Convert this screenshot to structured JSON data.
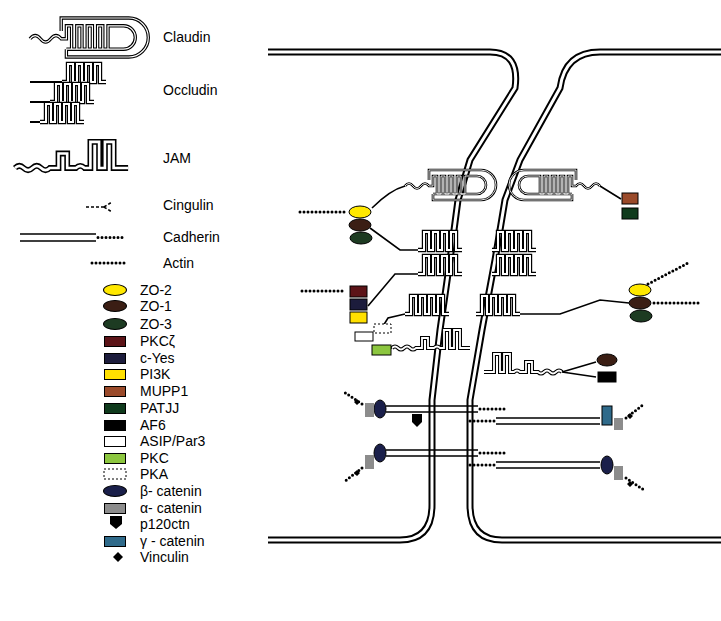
{
  "diagram": {
    "legend": [
      {
        "text": "Claudin"
      },
      {
        "text": "Occludin"
      },
      {
        "text": "JAM"
      },
      {
        "text": "Cingulin"
      },
      {
        "text": "Cadherin"
      },
      {
        "text": "Actin"
      },
      {
        "text": "ZO-2",
        "color": "#ffe800"
      },
      {
        "text": "ZO-1",
        "color": "#3b1e14"
      },
      {
        "text": "ZO-3",
        "color": "#1d3b22"
      },
      {
        "text": "PKCζ",
        "color": "#5c1418"
      },
      {
        "text": "c-Yes",
        "color": "#1c1c3c"
      },
      {
        "text": "PI3K",
        "color": "#ffe000"
      },
      {
        "text": "MUPP1",
        "color": "#9a4a2a"
      },
      {
        "text": "PATJJ",
        "color": "#0f3a1c"
      },
      {
        "text": "AF6",
        "color": "#000000"
      },
      {
        "text": "ASIP/Par3",
        "color": "#ffffff"
      },
      {
        "text": "PKC",
        "color": "#8cc63f"
      },
      {
        "text": "PKA"
      },
      {
        "text": "β- catenin",
        "color": "#1a1f4a"
      },
      {
        "text": "α- catenin",
        "color": "#8c8c8c"
      },
      {
        "text": "p120ctn"
      },
      {
        "text": "γ - catenin",
        "color": "#2f6a8a"
      },
      {
        "text": "Vinculin"
      }
    ]
  }
}
